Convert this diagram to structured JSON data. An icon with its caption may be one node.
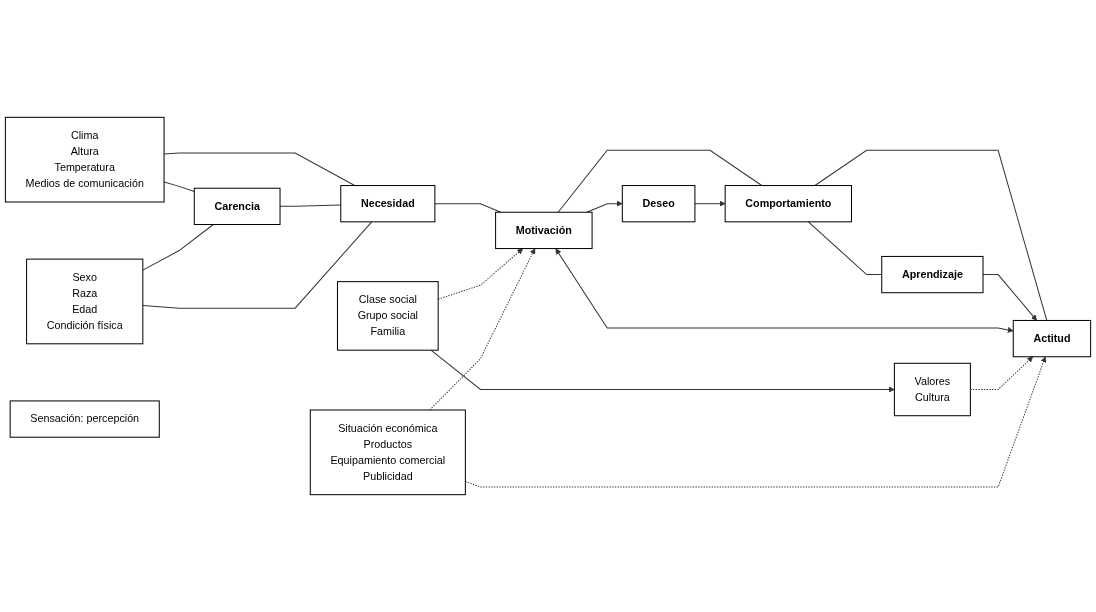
{
  "diagram": {
    "nodes": [
      {
        "text": [
          "Clima",
          "Altura",
          "Temperatura",
          "Medios de comunicación"
        ]
      },
      {
        "text": [
          "Situación económica",
          "Productos",
          "Equipamiento comercial",
          "Publicidad"
        ]
      },
      {
        "text": [
          "Deseo"
        ]
      },
      {
        "text": [
          "Aprendizaje"
        ]
      },
      {
        "text": [
          "Carencia"
        ]
      },
      {
        "text": [
          "Necesidad"
        ]
      },
      {
        "text": [
          "Motivación"
        ]
      },
      {
        "text": [
          "Comportamiento"
        ]
      },
      {
        "text": [
          "Actitud"
        ]
      },
      {
        "text": [
          "Sexo",
          "Raza",
          "Edad",
          "Condición física"
        ]
      },
      {
        "text": [
          "Clase social",
          "Grupo social",
          "Familia"
        ]
      },
      {
        "text": [
          "Valores",
          "Cultura"
        ]
      },
      {
        "text": [
          "Sensación: percepción"
        ]
      }
    ],
    "edges": [
      {
        "from": 0,
        "to": 4,
        "arrow": "none"
      },
      {
        "from": 0,
        "to": 5,
        "arrow": "none"
      },
      {
        "from": 4,
        "to": 5,
        "arrow": "none"
      },
      {
        "from": 9,
        "to": 4,
        "arrow": "none"
      },
      {
        "from": 9,
        "to": 5,
        "arrow": "none"
      },
      {
        "from": 5,
        "to": 6,
        "arrow": "none"
      },
      {
        "from": 6,
        "to": 7,
        "arrow": "none"
      },
      {
        "from": 7,
        "to": 8,
        "arrow": "none"
      },
      {
        "from": 6,
        "to": 2,
        "arrow": "to"
      },
      {
        "from": 2,
        "to": 7,
        "arrow": "to"
      },
      {
        "from": 7,
        "to": 3,
        "arrow": "none"
      },
      {
        "from": 3,
        "to": 8,
        "arrow": "to"
      },
      {
        "from": 6,
        "to": 8,
        "arrow": "both"
      },
      {
        "from": 10,
        "to": 6,
        "arrow": "to",
        "style": "dashed"
      },
      {
        "from": 10,
        "to": 11,
        "arrow": "to"
      },
      {
        "from": 11,
        "to": 8,
        "arrow": "to",
        "style": "dashed"
      },
      {
        "from": 1,
        "to": 6,
        "arrow": "to",
        "style": "dashed"
      },
      {
        "from": 1,
        "to": 8,
        "arrow": "to",
        "style": "dashed"
      }
    ]
  }
}
